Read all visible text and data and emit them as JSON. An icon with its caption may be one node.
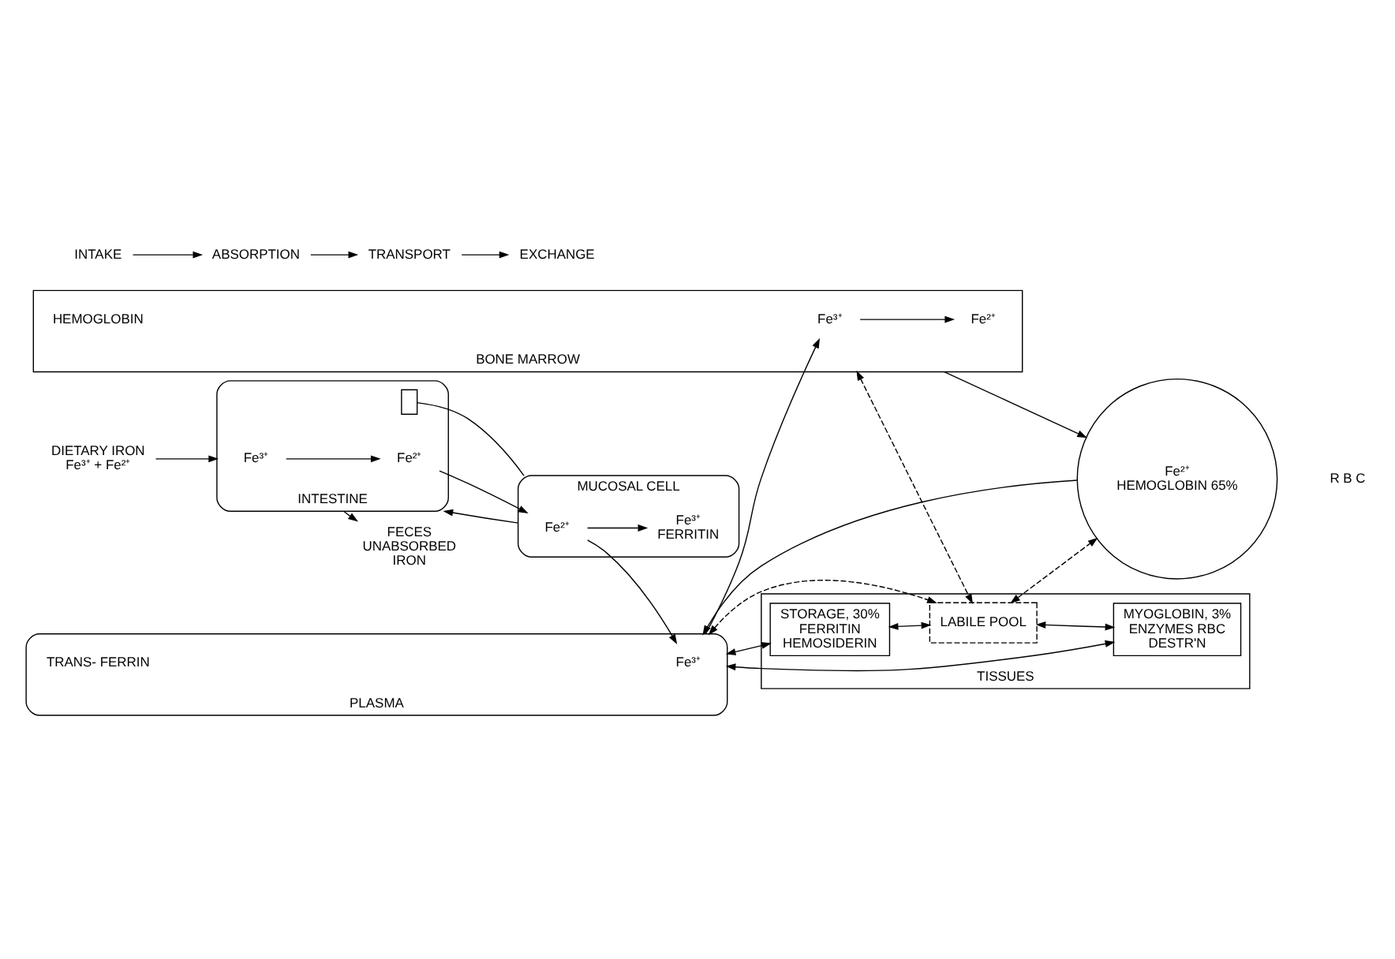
{
  "diagram": {
    "nodes": [
      {
        "text": [
          "DIETARY IRON",
          "Fe³⁺ + Fe²⁺"
        ]
      },
      {
        "text": [
          "INTESTINE"
        ]
      },
      {
        "text": [
          "Fe³⁺"
        ],
        "in": 1
      },
      {
        "text": [
          "Fe²⁺"
        ],
        "in": 1
      },
      {
        "text": [],
        "shape": "box",
        "in": 1
      },
      {
        "text": [
          "MUCOSAL CELL"
        ]
      },
      {
        "text": [
          "Fe²⁺"
        ],
        "in": 5
      },
      {
        "text": [
          "Fe³⁺",
          "FERRITIN"
        ],
        "in": 5
      },
      {
        "text": [
          "PLASMA"
        ]
      },
      {
        "text": [
          "Fe³⁺"
        ],
        "in": 8
      },
      {
        "text": [
          "TRANS- FERRIN"
        ],
        "in": 8
      },
      {
        "text": [
          "TISSUES"
        ]
      },
      {
        "text": [
          "STORAGE, 30% FERRITIN HEMOSIDERIN"
        ],
        "in": 11
      },
      {
        "text": [
          "LABILE POOL"
        ],
        "in": 11
      },
      {
        "text": [
          "MYOGLOBIN, 3% ENZYMES RBC DESTR'N"
        ],
        "in": 11
      },
      {
        "text": [
          "BONE MARROW"
        ]
      },
      {
        "text": [
          "Fe³⁺"
        ],
        "in": 15
      },
      {
        "text": [
          "Fe²⁺"
        ],
        "in": 15
      },
      {
        "text": [
          "HEMOGLOBIN"
        ],
        "in": 15
      },
      {
        "text": [
          "Fe²⁺ HEMOGLOBIN 65%"
        ],
        "beside": [
          "R B C"
        ]
      },
      {
        "text": [
          "FECES UNABSORBED IRON"
        ]
      },
      {
        "text": [
          "INTAKE"
        ]
      },
      {
        "text": [
          "ABSORPTION"
        ]
      },
      {
        "text": [
          "TRANSPORT"
        ]
      },
      {
        "text": [
          "EXCHANGE"
        ]
      }
    ],
    "edges": [
      {
        "from": 0,
        "to": 1,
        "arrow": "to"
      },
      {
        "from": 2,
        "to": 3,
        "arrow": "to"
      },
      {
        "from": 3,
        "to": 6,
        "arrow": "to"
      },
      {
        "from": 6,
        "to": 7,
        "arrow": "to"
      },
      {
        "from": 4,
        "to": 5,
        "arrow": "none"
      },
      {
        "from": 5,
        "to": 1,
        "arrow": "to"
      },
      {
        "from": 6,
        "to": 9,
        "arrow": "to"
      },
      {
        "from": 8,
        "to": 16,
        "arrow": "to"
      },
      {
        "from": 8,
        "to": 12,
        "arrow": "both"
      },
      {
        "from": 8,
        "to": 13,
        "arrow": "both",
        "style": "dashed"
      },
      {
        "from": 8,
        "to": 14,
        "arrow": "both"
      },
      {
        "from": 19,
        "to": 8,
        "arrow": "to"
      },
      {
        "from": 12,
        "to": 13,
        "arrow": "both"
      },
      {
        "from": 13,
        "to": 14,
        "arrow": "both"
      },
      {
        "from": 15,
        "to": 13,
        "arrow": "both",
        "style": "dashed"
      },
      {
        "from": 13,
        "to": 19,
        "arrow": "both",
        "style": "dashed"
      },
      {
        "from": 15,
        "to": 19,
        "arrow": "to"
      },
      {
        "from": 16,
        "to": 17,
        "arrow": "to"
      },
      {
        "from": 1,
        "to": 20,
        "arrow": "to"
      },
      {
        "from": 21,
        "to": 22,
        "arrow": "to"
      },
      {
        "from": 22,
        "to": 23,
        "arrow": "to"
      },
      {
        "from": 23,
        "to": 24,
        "arrow": "to"
      }
    ]
  }
}
